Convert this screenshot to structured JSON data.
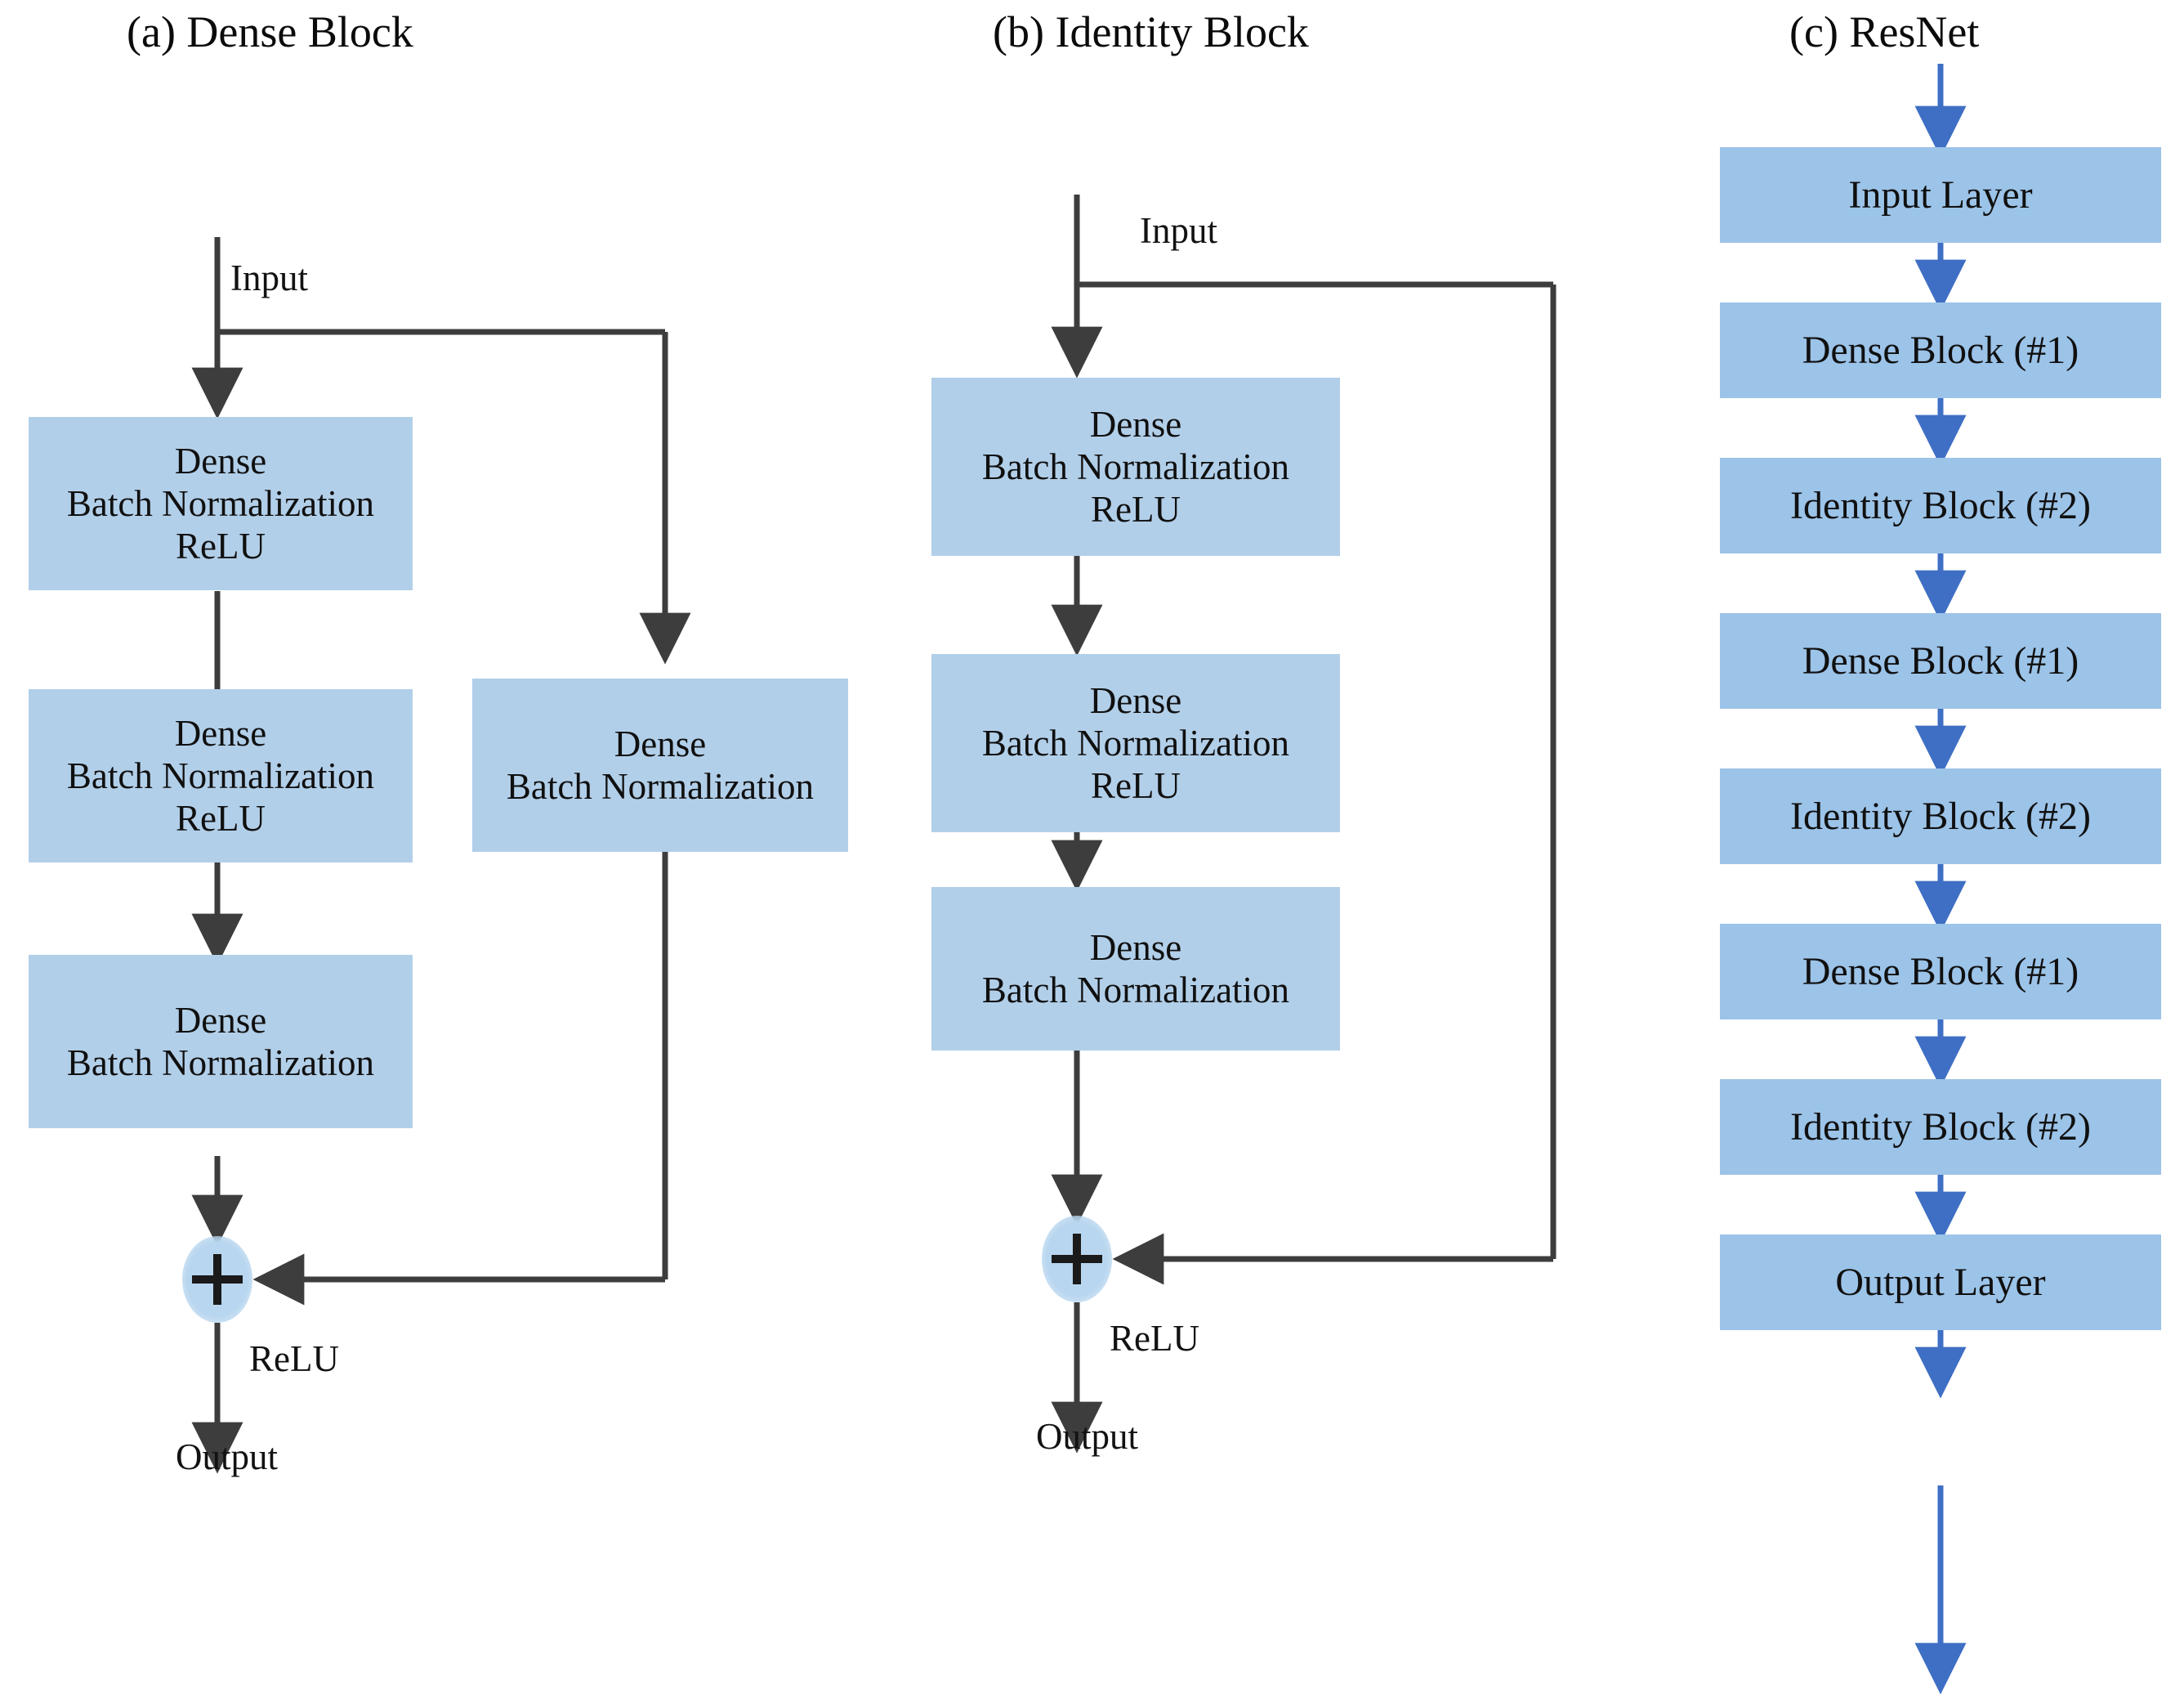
{
  "figure": {
    "panels": [
      {
        "id": "dense-block",
        "title": "(a) Dense Block",
        "input_label": "Input",
        "output_label": "Output",
        "merge_label": "ReLU",
        "merge_symbol": "+",
        "main_blocks": [
          {
            "lines": [
              "Dense",
              "Batch Normalization",
              "ReLU"
            ]
          },
          {
            "lines": [
              "Dense",
              "Batch Normalization",
              "ReLU"
            ]
          },
          {
            "lines": [
              "Dense",
              "Batch Normalization"
            ]
          }
        ],
        "shortcut_blocks": [
          {
            "lines": [
              "Dense",
              "Batch Normalization"
            ]
          }
        ]
      },
      {
        "id": "identity-block",
        "title": "(b) Identity Block",
        "input_label": "Input",
        "output_label": "Output",
        "merge_label": "ReLU",
        "merge_symbol": "+",
        "main_blocks": [
          {
            "lines": [
              "Dense",
              "Batch Normalization",
              "ReLU"
            ]
          },
          {
            "lines": [
              "Dense",
              "Batch Normalization",
              "ReLU"
            ]
          },
          {
            "lines": [
              "Dense",
              "Batch Normalization"
            ]
          }
        ],
        "shortcut_blocks": []
      },
      {
        "id": "resnet",
        "title": "(c) ResNet",
        "stack": [
          {
            "label": "Input Layer"
          },
          {
            "label": "Dense Block (#1)"
          },
          {
            "label": "Identity Block (#2)"
          },
          {
            "label": "Dense Block (#1)"
          },
          {
            "label": "Identity Block (#2)"
          },
          {
            "label": "Dense Block (#1)"
          },
          {
            "label": "Identity Block (#2)"
          },
          {
            "label": "Output Layer"
          }
        ]
      }
    ],
    "colors": {
      "block_fill": "#b2cfe9",
      "resnet_block_fill": "#9cc3e8",
      "arrow_dark": "#3d3d3d",
      "arrow_blue": "#3f6fc4",
      "text": "#101010",
      "background": "#ffffff"
    }
  }
}
